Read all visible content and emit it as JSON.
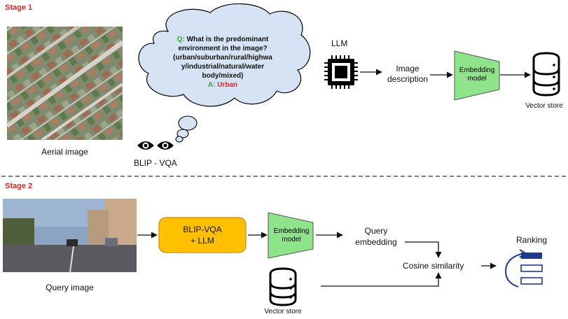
{
  "stage1": {
    "label": "Stage 1",
    "aerial_caption": "Aerial image",
    "blip_caption": "BLIP - VQA",
    "question_prefix": "Q:",
    "question_lines": [
      "What is the predominant",
      "environment in the image?",
      "(urban/suburban/rural/highwa",
      "y/industrial/natural/water",
      "body/mixed)"
    ],
    "answer_prefix": "A:",
    "answer_value": "Urban",
    "llm_label": "LLM",
    "image_description_lines": [
      "Image",
      "description"
    ],
    "embedding_model_lines": [
      "Embedding",
      "model"
    ],
    "vector_store_label": "Vector store"
  },
  "stage2": {
    "label": "Stage 2",
    "query_caption": "Query image",
    "blip_llm_lines": [
      "BLIP-VQA",
      "+ LLM"
    ],
    "embedding_model_lines": [
      "Embedding",
      "model"
    ],
    "query_embedding_lines": [
      "Query",
      "embedding"
    ],
    "cosine_similarity_label": "Cosine similarity",
    "ranking_label": "Ranking",
    "vector_store_label": "Vector store"
  },
  "colors": {
    "stage_label": "#e0251f",
    "bubble_fill": "#d5e3f4",
    "trapezoid_fill": "#8fe38a",
    "blip_llm_fill": "#ffc000",
    "ranking_blue": "#1f3a93",
    "question_green": "#3aa33a",
    "answer_red": "#e0251f"
  }
}
